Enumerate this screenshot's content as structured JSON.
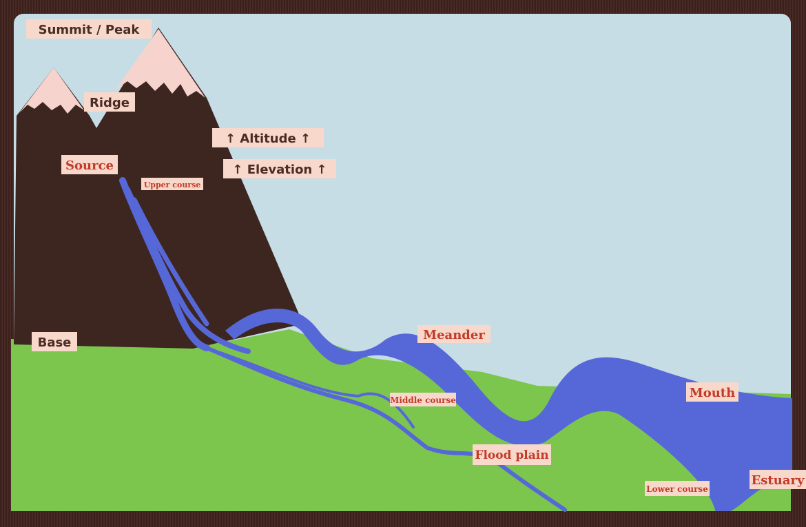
{
  "title": "River features bulletin board",
  "colors": {
    "border": "#4a2a24",
    "sky": "#c6dde6",
    "mountain": "#3d2520",
    "snow": "#f6d3cc",
    "land": "#7cc64e",
    "river": "#5668d8",
    "label_bg": "#f8d8ca",
    "label_dark": "#4a2c26",
    "label_red": "#c23a28"
  },
  "labels": {
    "summit": "Summit / Peak",
    "ridge": "Ridge",
    "altitude": "↑ Altitude ↑",
    "elevation": "↑ Elevation ↑",
    "source": "Source",
    "upper_course": "Upper course",
    "base": "Base",
    "meander": "Meander",
    "middle_course": "Middle course",
    "mouth": "Mouth",
    "flood_plain": "Flood plain",
    "lower_course": "Lower course",
    "estuary": "Estuary"
  }
}
